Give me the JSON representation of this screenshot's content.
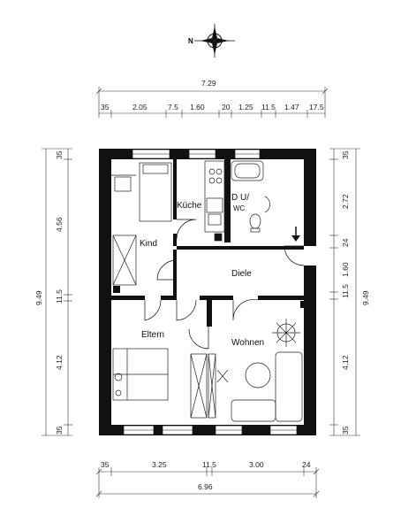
{
  "compass": {
    "north_label": "N"
  },
  "rooms": {
    "kind": "Kind",
    "kueche": "Küche",
    "duwc_1": "D U/",
    "duwc_2": "WC",
    "diele": "Diele",
    "eltern": "Eltern",
    "wohnen": "Wohnen"
  },
  "dimensions": {
    "top_total": "7.29",
    "top_segments": [
      "35",
      "2.05",
      "7.5",
      "1.60",
      "20",
      "1.25",
      "11.5",
      "1.47",
      "17.5"
    ],
    "bottom_segments": [
      "35",
      "3.25",
      "11.5",
      "3.00",
      "24"
    ],
    "bottom_total": "6.96",
    "left_total": "9.49",
    "left_segments": [
      "35",
      "4.56",
      "11.5",
      "4.12",
      "35"
    ],
    "right_total": "9.49",
    "right_segments": [
      "35",
      "2.72",
      "24",
      "1.60",
      "11.5",
      "4.12",
      "35"
    ]
  }
}
